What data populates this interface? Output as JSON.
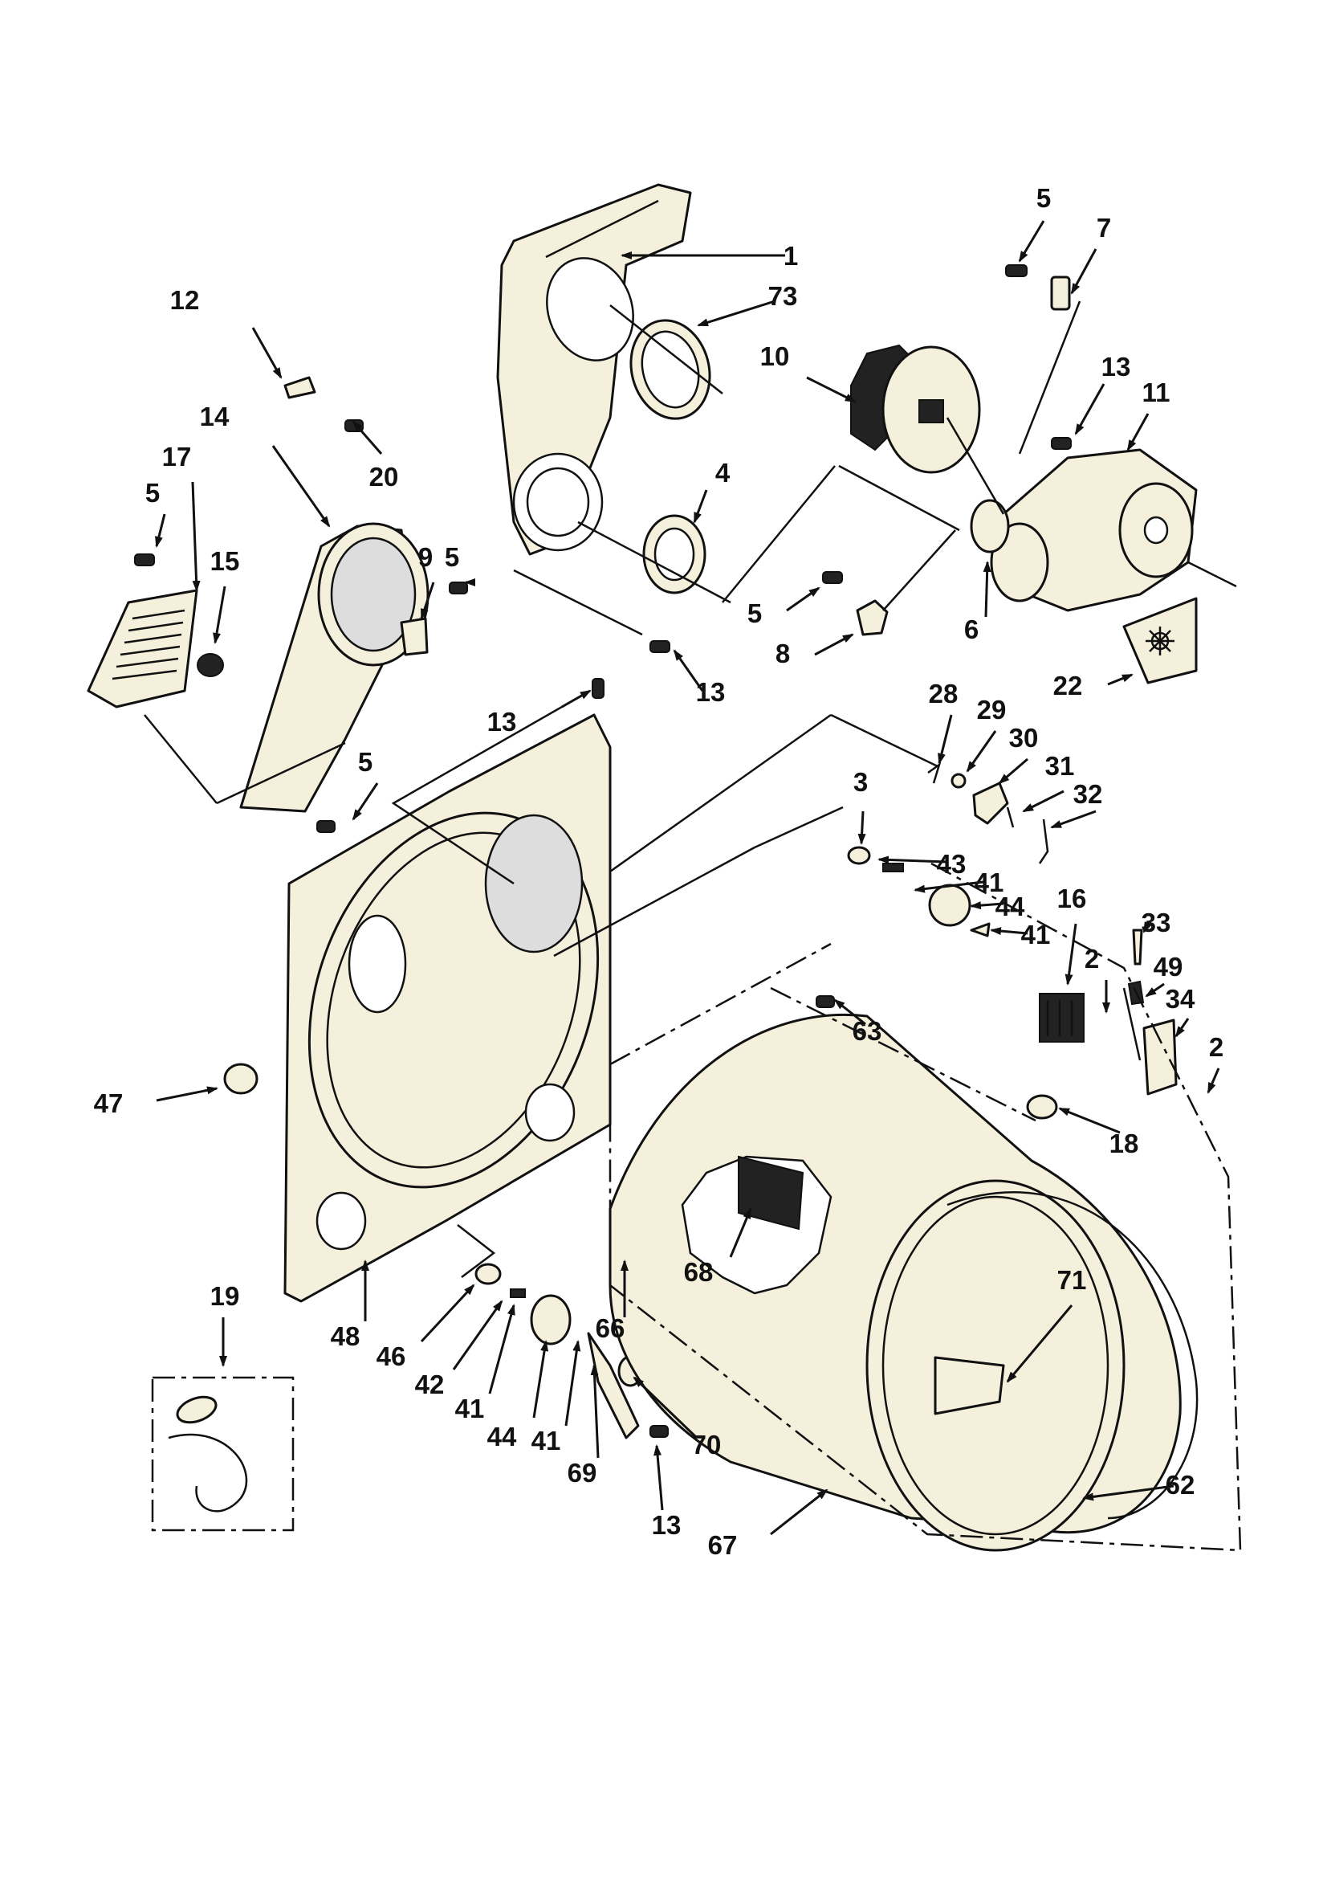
{
  "diagram": {
    "callouts": [
      {
        "id": "c1",
        "label": "1"
      },
      {
        "id": "c73",
        "label": "73"
      },
      {
        "id": "c4",
        "label": "4"
      },
      {
        "id": "c13a",
        "label": "13"
      },
      {
        "id": "c10",
        "label": "10"
      },
      {
        "id": "c5a",
        "label": "5"
      },
      {
        "id": "c7",
        "label": "7"
      },
      {
        "id": "c13b",
        "label": "13"
      },
      {
        "id": "c11",
        "label": "11"
      },
      {
        "id": "c5b",
        "label": "5"
      },
      {
        "id": "c8",
        "label": "8"
      },
      {
        "id": "c6",
        "label": "6"
      },
      {
        "id": "c22",
        "label": "22"
      },
      {
        "id": "c12",
        "label": "12"
      },
      {
        "id": "c20",
        "label": "20"
      },
      {
        "id": "c14",
        "label": "14"
      },
      {
        "id": "c17",
        "label": "17"
      },
      {
        "id": "c5c",
        "label": "5"
      },
      {
        "id": "c15",
        "label": "15"
      },
      {
        "id": "c9",
        "label": "9"
      },
      {
        "id": "c5d",
        "label": "5"
      },
      {
        "id": "c5e",
        "label": "5"
      },
      {
        "id": "c13c",
        "label": "13"
      },
      {
        "id": "c28",
        "label": "28"
      },
      {
        "id": "c29",
        "label": "29"
      },
      {
        "id": "c30",
        "label": "30"
      },
      {
        "id": "c31",
        "label": "31"
      },
      {
        "id": "c32",
        "label": "32"
      },
      {
        "id": "c3",
        "label": "3"
      },
      {
        "id": "c43",
        "label": "43"
      },
      {
        "id": "c41a",
        "label": "41"
      },
      {
        "id": "c44a",
        "label": "44"
      },
      {
        "id": "c41b",
        "label": "41"
      },
      {
        "id": "c16",
        "label": "16"
      },
      {
        "id": "c33",
        "label": "33"
      },
      {
        "id": "c2a",
        "label": "2"
      },
      {
        "id": "c49",
        "label": "49"
      },
      {
        "id": "c34",
        "label": "34"
      },
      {
        "id": "c2b",
        "label": "2"
      },
      {
        "id": "c63",
        "label": "63"
      },
      {
        "id": "c18",
        "label": "18"
      },
      {
        "id": "c47",
        "label": "47"
      },
      {
        "id": "c48",
        "label": "48"
      },
      {
        "id": "c68",
        "label": "68"
      },
      {
        "id": "c66",
        "label": "66"
      },
      {
        "id": "c71",
        "label": "71"
      },
      {
        "id": "c62",
        "label": "62"
      },
      {
        "id": "c46",
        "label": "46"
      },
      {
        "id": "c42",
        "label": "42"
      },
      {
        "id": "c41c",
        "label": "41"
      },
      {
        "id": "c44b",
        "label": "44"
      },
      {
        "id": "c41d",
        "label": "41"
      },
      {
        "id": "c69",
        "label": "69"
      },
      {
        "id": "c70",
        "label": "70"
      },
      {
        "id": "c13d",
        "label": "13"
      },
      {
        "id": "c67",
        "label": "67"
      },
      {
        "id": "c19",
        "label": "19"
      }
    ]
  }
}
